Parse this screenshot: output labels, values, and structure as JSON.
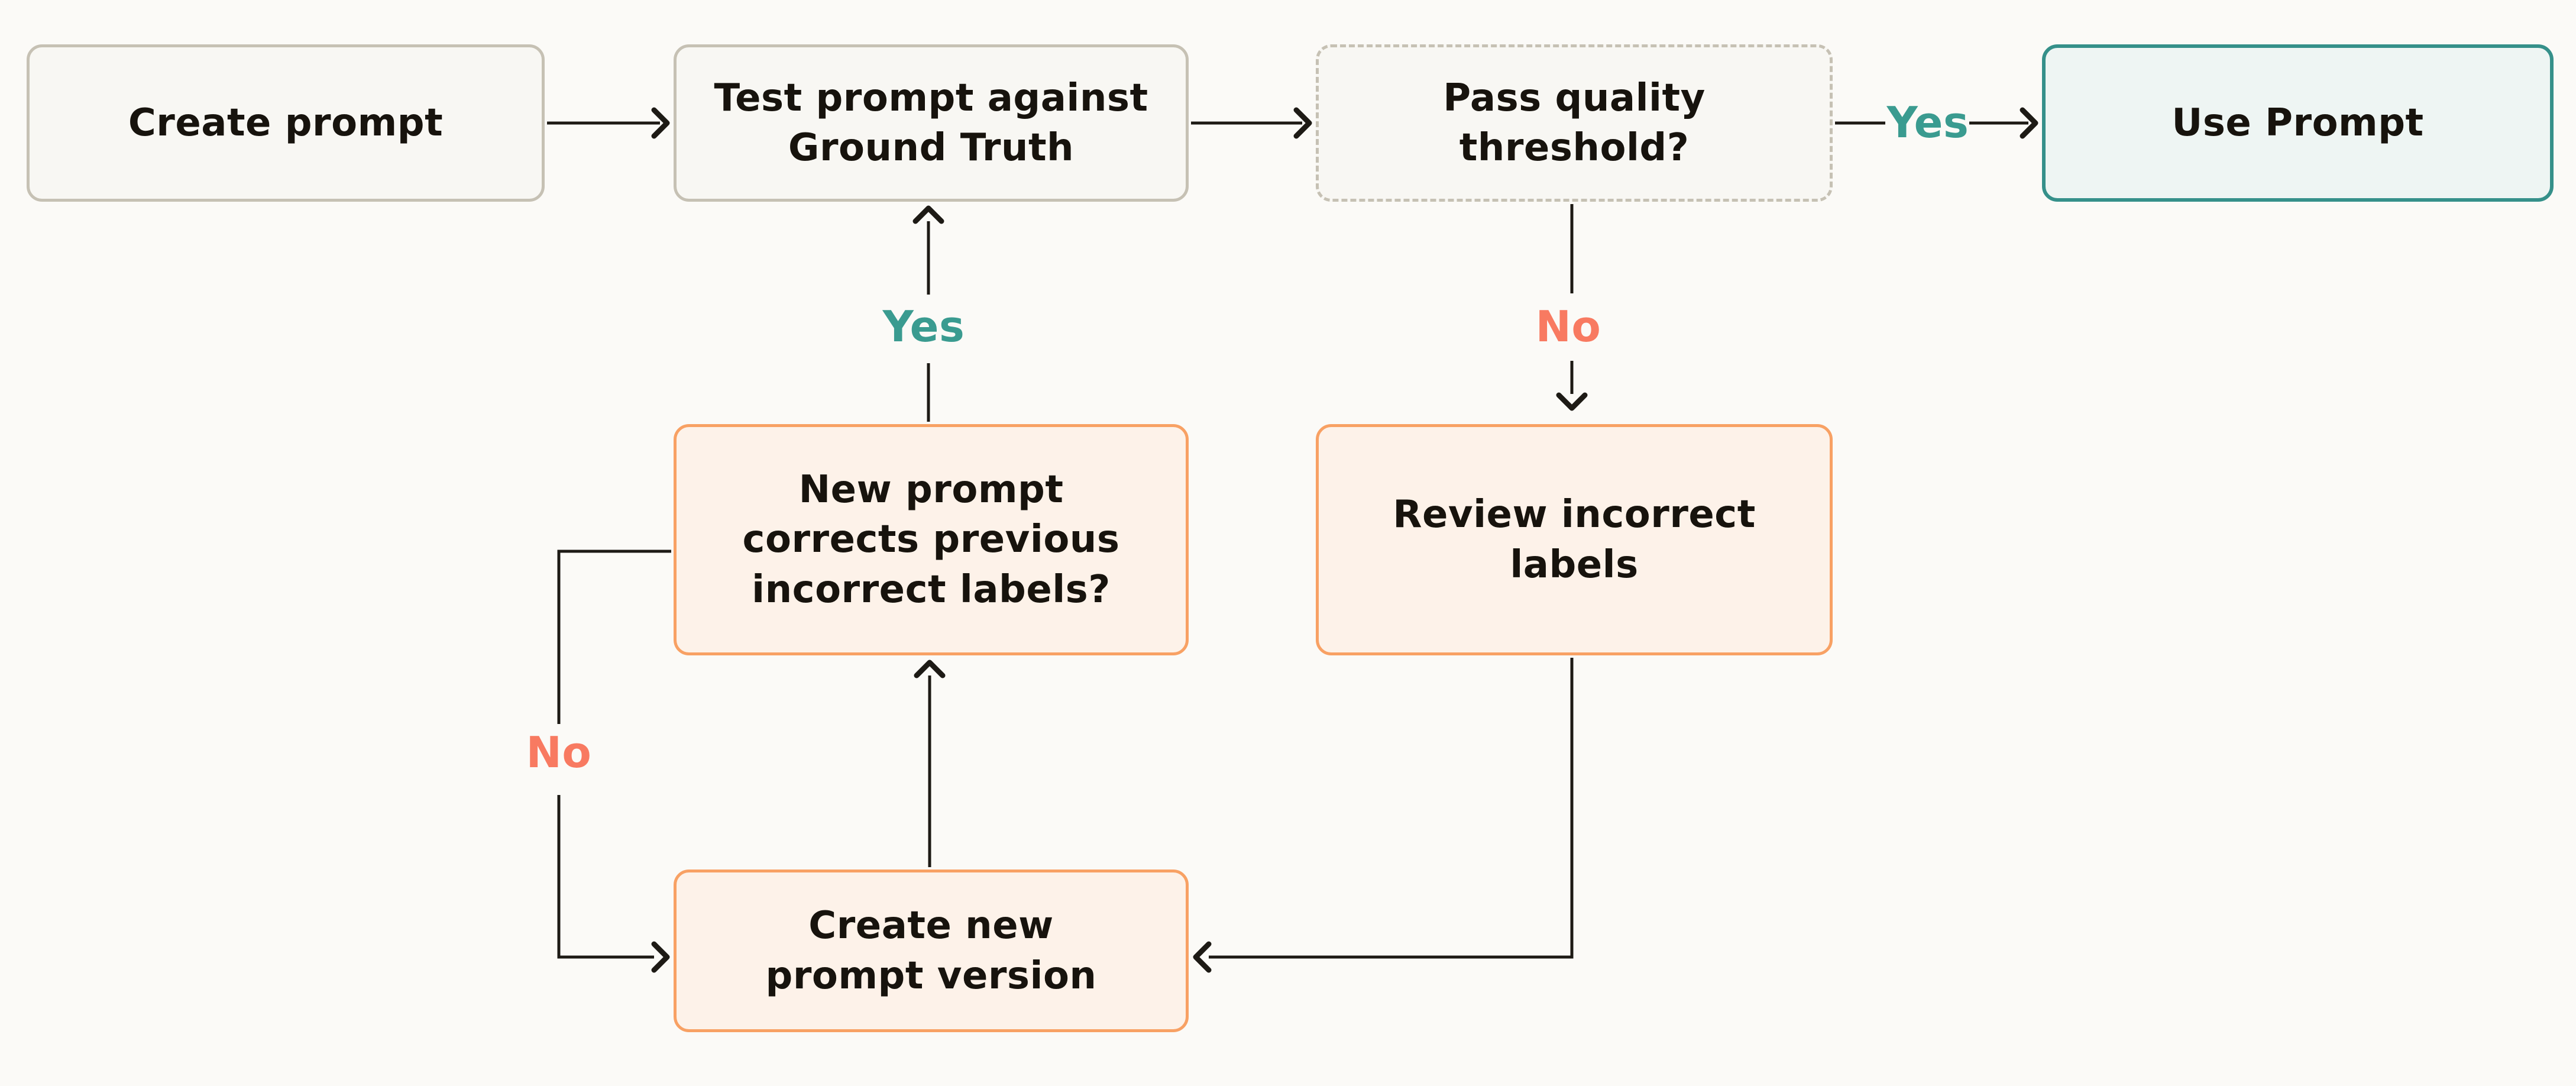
{
  "diagram": {
    "type": "flowchart",
    "background": "#fbfaf7",
    "colors": {
      "neutral_border": "#c6c1b4",
      "neutral_bg": "#f8f7f3",
      "accent_border": "#35908a",
      "accent_bg": "#eef5f3",
      "warning_border": "#f8a164",
      "warning_bg": "#fdf2e9",
      "yes_label": "#3a9b90",
      "no_label": "#f87a61",
      "connector": "#1d1a15",
      "text": "#17130d"
    },
    "nodes": [
      {
        "id": "create-prompt",
        "label": "Create prompt",
        "style": "neutral"
      },
      {
        "id": "test-prompt",
        "label": "Test prompt against\nGround Truth",
        "style": "neutral"
      },
      {
        "id": "pass-threshold",
        "label": "Pass quality\nthreshold?",
        "style": "neutral-dashed"
      },
      {
        "id": "use-prompt",
        "label": "Use Prompt",
        "style": "accent"
      },
      {
        "id": "new-prompt-corrects",
        "label": "New prompt\ncorrects previous\nincorrect labels?",
        "style": "warning"
      },
      {
        "id": "review-labels",
        "label": "Review incorrect\nlabels",
        "style": "warning"
      },
      {
        "id": "create-new-version",
        "label": "Create new\nprompt version",
        "style": "warning"
      }
    ],
    "edges": [
      {
        "from": "create-prompt",
        "to": "test-prompt"
      },
      {
        "from": "test-prompt",
        "to": "pass-threshold"
      },
      {
        "from": "pass-threshold",
        "to": "use-prompt",
        "label": "Yes"
      },
      {
        "from": "pass-threshold",
        "to": "review-labels",
        "label": "No"
      },
      {
        "from": "new-prompt-corrects",
        "to": "test-prompt",
        "label": "Yes"
      },
      {
        "from": "new-prompt-corrects",
        "to": "create-new-version",
        "label": "No"
      },
      {
        "from": "review-labels",
        "to": "create-new-version"
      },
      {
        "from": "create-new-version",
        "to": "new-prompt-corrects"
      }
    ]
  }
}
